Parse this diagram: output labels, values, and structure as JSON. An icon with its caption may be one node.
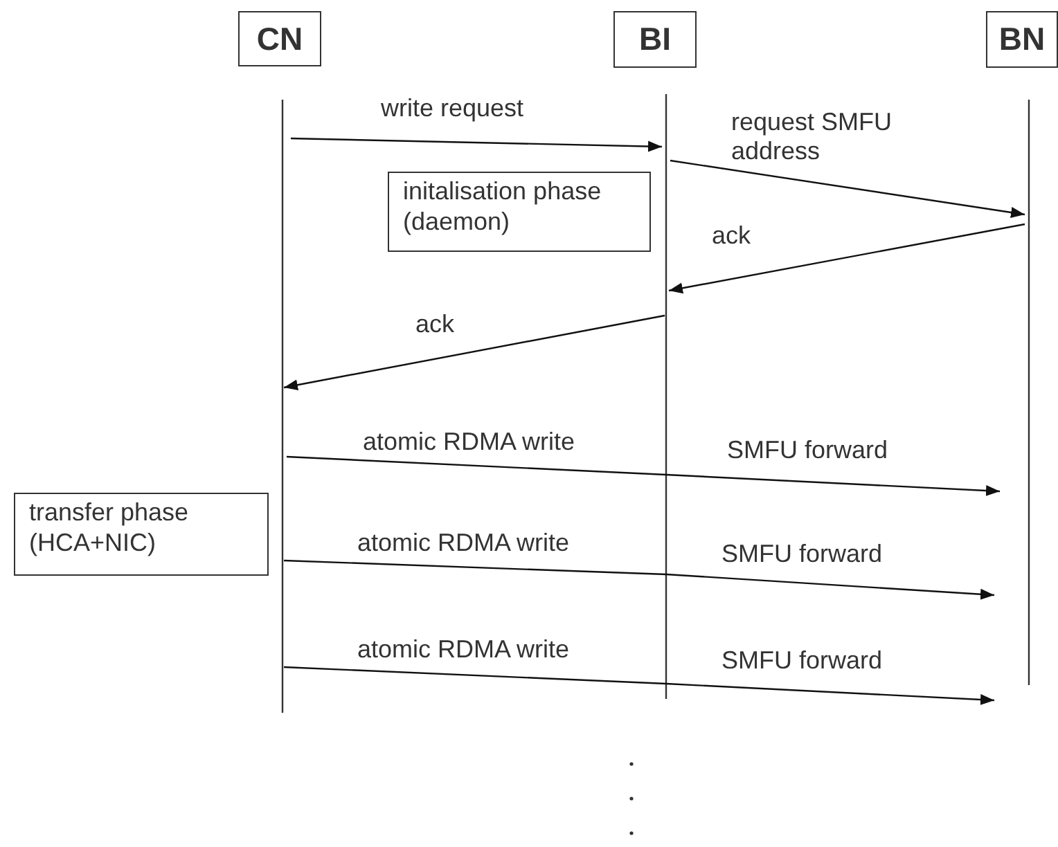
{
  "diagram": {
    "nodes": [
      {
        "text": [
          "CN"
        ]
      },
      {
        "text": [
          "BI"
        ]
      },
      {
        "text": [
          "BN"
        ]
      },
      {
        "text": [
          "initalisation phase (daemon)"
        ]
      },
      {
        "text": [
          "transfer phase (HCA+NIC)"
        ]
      }
    ],
    "edges": [
      {
        "from": 0,
        "to": 1,
        "arrow": "to",
        "label": "write request"
      },
      {
        "from": 1,
        "to": 2,
        "arrow": "to",
        "label": "request SMFU address"
      },
      {
        "from": 2,
        "to": 1,
        "arrow": "to",
        "label": "ack"
      },
      {
        "from": 1,
        "to": 0,
        "arrow": "to",
        "label": "ack"
      },
      {
        "from": 0,
        "to": 1,
        "arrow": "none",
        "label": "atomic RDMA write"
      },
      {
        "from": 1,
        "to": 2,
        "arrow": "to",
        "label": "SMFU forward"
      },
      {
        "from": 0,
        "to": 1,
        "arrow": "none",
        "label": "atomic RDMA write"
      },
      {
        "from": 1,
        "to": 2,
        "arrow": "to",
        "label": "SMFU forward"
      },
      {
        "from": 0,
        "to": 1,
        "arrow": "none",
        "label": "atomic RDMA write"
      },
      {
        "from": 1,
        "to": 2,
        "arrow": "to",
        "label": "SMFU forward"
      }
    ]
  }
}
